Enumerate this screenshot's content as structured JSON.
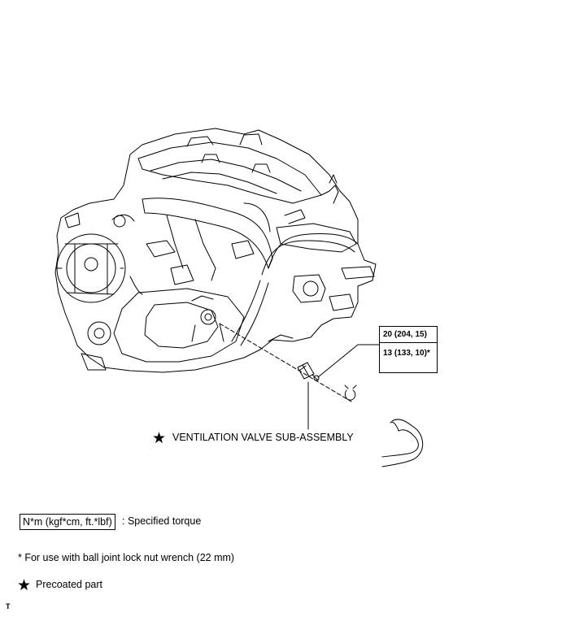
{
  "diagram": {
    "subject": "engine-assembly",
    "torque_callout": {
      "line1": "20 (204, 15)",
      "line2": "13 (133, 10)*"
    },
    "part_label": "VENTILATION VALVE SUB-ASSEMBLY",
    "part_star_icon": "black-star-icon"
  },
  "legend": {
    "torque_unit_box": "N*m (kgf*cm, ft.*lbf)",
    "torque_unit_desc": ": Specified torque",
    "footnote": "* For use with ball joint lock nut wrench (22 mm)",
    "precoated_star_icon": "black-star-icon",
    "precoated_label": "Precoated part"
  },
  "corner_mark": "T"
}
